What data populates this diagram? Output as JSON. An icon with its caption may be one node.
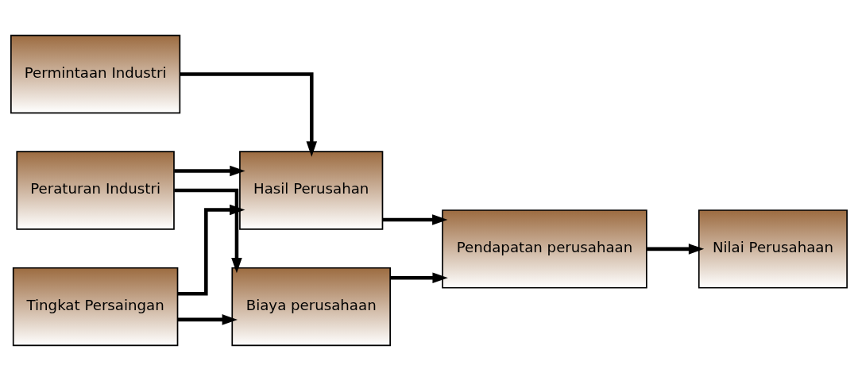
{
  "diagram": {
    "nodes": [
      {
        "text": [
          "Permintaan Industri"
        ]
      },
      {
        "text": [
          "Hasil Perusahan"
        ]
      },
      {
        "text": [
          "Tingkat Persaingan"
        ]
      },
      {
        "text": [
          "Peraturan Industri"
        ]
      },
      {
        "text": [
          "Biaya perusahaan"
        ]
      },
      {
        "text": [
          "Pendapatan perusahaan"
        ]
      },
      {
        "text": [
          "Nilai Perusahaan"
        ]
      }
    ],
    "edges": [
      {
        "from": 0,
        "to": 1,
        "arrow": "to"
      },
      {
        "from": 2,
        "to": 1,
        "arrow": "to"
      },
      {
        "from": 3,
        "to": 1,
        "arrow": "to"
      },
      {
        "from": 2,
        "to": 4,
        "arrow": "to"
      },
      {
        "from": 3,
        "to": 4,
        "arrow": "to"
      },
      {
        "from": 1,
        "to": 5,
        "arrow": "to"
      },
      {
        "from": 4,
        "to": 5,
        "arrow": "to"
      },
      {
        "from": 5,
        "to": 6,
        "arrow": "to"
      }
    ]
  }
}
